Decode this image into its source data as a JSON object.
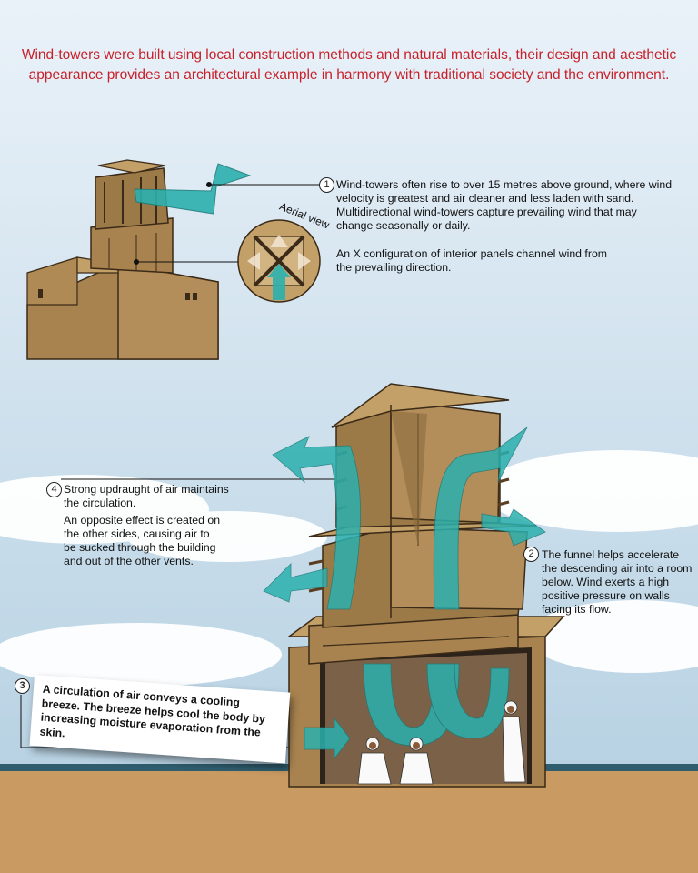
{
  "intro_text": "Wind-towers were built using local construction methods and natural materials, their design and aesthetic appearance provides an architectural example in harmony with traditional society and the environment.",
  "aerial_label": "Aerial view",
  "callouts": [
    {
      "number": "1",
      "paragraphs": [
        "Wind-towers often rise to over 15 metres above ground, where wind velocity is greatest and air cleaner and less laden with sand. Multidirectional wind-towers capture prevailing wind that may change seasonally or daily.",
        "An X configuration of interior panels channel wind from the prevailing direction."
      ]
    },
    {
      "number": "2",
      "paragraphs": [
        "The funnel helps accelerate the descending air into a room below. Wind exerts a high positive pressure on walls facing its flow."
      ]
    },
    {
      "number": "3",
      "paragraphs": [
        "A circulation of air conveys a cooling breeze. The breeze helps cool the body by increasing moisture evaporation from the skin."
      ]
    },
    {
      "number": "4",
      "paragraphs": [
        "Strong updraught of air maintains the circulation.",
        "An opposite effect is created on the other sides, causing air to be sucked through the building and out of the other vents."
      ]
    }
  ],
  "colors": {
    "text_red": "#c8202a",
    "wall_tan": "#a8834f",
    "wind_teal": "#2bb0ae",
    "sand": "#c99a62",
    "sea": "#2f5d6e"
  }
}
